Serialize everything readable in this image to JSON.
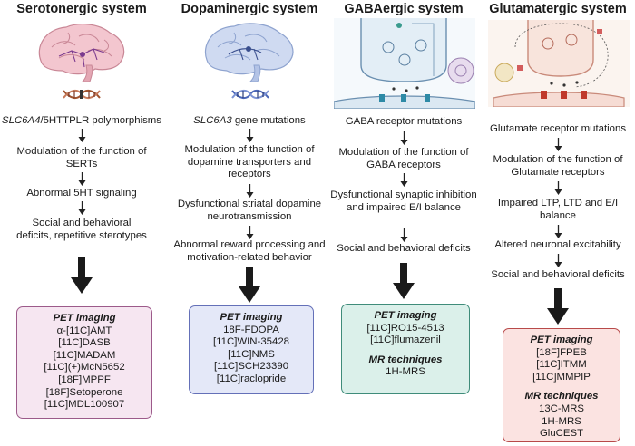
{
  "columns": [
    {
      "title": "Serotonergic system",
      "steps": [
        {
          "italic": "SLC6A4",
          "rest": "/5HTTPLR polymorphisms"
        },
        {
          "text": "Modulation of the function of SERTs"
        },
        {
          "text": "Abnormal 5HT signaling"
        },
        {
          "text": "Social and behavioral deficits, repetitive sterotypes"
        }
      ],
      "box": {
        "heading": "PET imaging",
        "items": [
          "α-[11C]AMT",
          "[11C]DASB",
          "[11C]MADAM",
          "[11C](+)McN5652",
          "[18F]MPPF",
          "[18F]Setoperone",
          "[11C]MDL100907"
        ]
      },
      "colors": {
        "border": "#9c5a8a",
        "fill": "#f6e6f1"
      }
    },
    {
      "title": "Dopaminergic system",
      "steps": [
        {
          "italic": "SLC6A3",
          "rest": " gene mutations"
        },
        {
          "text": "Modulation of the function of dopamine transporters and receptors"
        },
        {
          "text": "Dysfunctional striatal dopamine neurotransmission"
        },
        {
          "text": "Abnormal reward processing and motivation-related behavior"
        }
      ],
      "box": {
        "heading": "PET imaging",
        "items": [
          "18F-FDOPA",
          "[11C]WIN-35428",
          "[11C]NMS",
          "[11C]SCH23390",
          "[11C]raclopride"
        ]
      },
      "colors": {
        "border": "#6470b8",
        "fill": "#e4e8f8"
      }
    },
    {
      "title": "GABAergic system",
      "steps": [
        {
          "text": "GABA receptor mutations"
        },
        {
          "text": "Modulation of the function of GABA receptors"
        },
        {
          "text": "Dysfunctional synaptic inhibition and impaired E/I balance"
        },
        {
          "text": "Social and behavioral deficits"
        }
      ],
      "box": {
        "heading": "PET imaging",
        "items": [
          "[11C]RO15-4513",
          "[11C]flumazenil"
        ],
        "heading2": "MR techniques",
        "items2": [
          "1H-MRS"
        ]
      },
      "colors": {
        "border": "#3f8c7a",
        "fill": "#dbf0ea"
      }
    },
    {
      "title": "Glutamatergic system",
      "steps": [
        {
          "text": "Glutamate receptor mutations"
        },
        {
          "text": "Modulation of the function of Glutamate receptors"
        },
        {
          "text": "Impaired LTP, LTD and E/I balance"
        },
        {
          "text": "Altered neuronal excitability"
        },
        {
          "text": "Social and behavioral deficits"
        }
      ],
      "box": {
        "heading": "PET imaging",
        "items": [
          "[18F]FPEB",
          "[11C]ITMM",
          "[11C]MMPIP"
        ],
        "heading2": "MR techniques",
        "items2": [
          "13C-MRS",
          "1H-MRS",
          "GluCEST"
        ]
      },
      "colors": {
        "border": "#b84a4a",
        "fill": "#fbe3e1"
      }
    }
  ]
}
